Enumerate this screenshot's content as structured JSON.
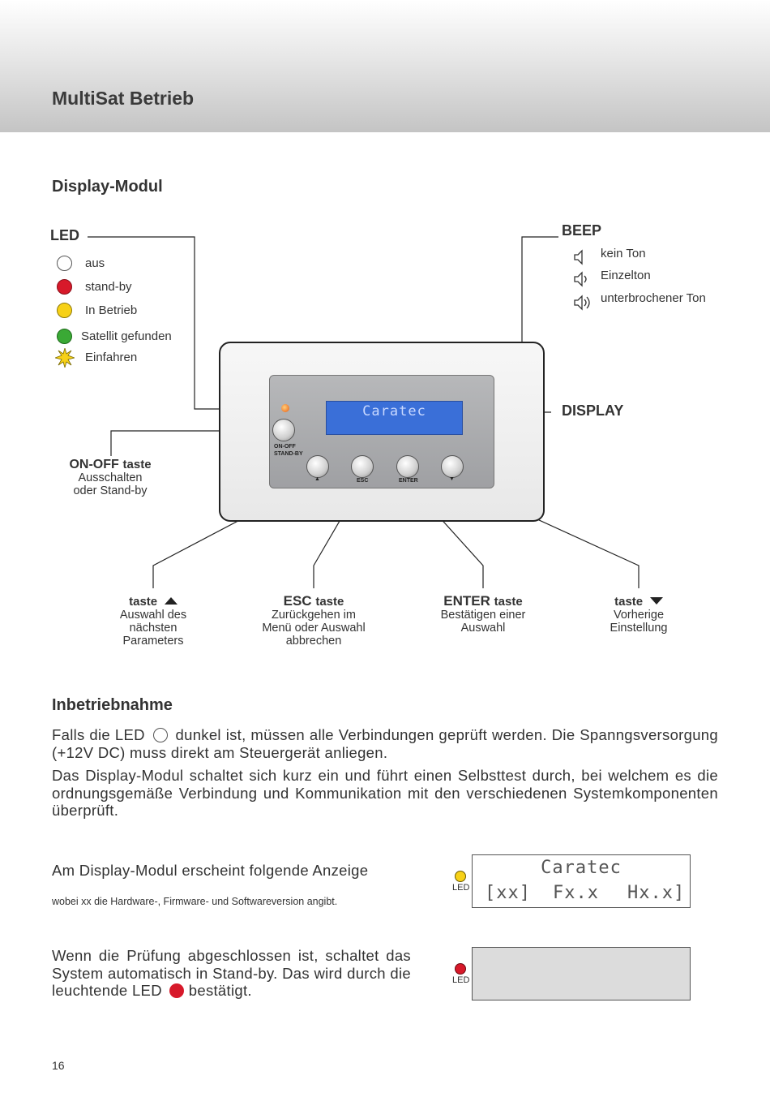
{
  "page": {
    "title": "MultiSat Betrieb",
    "page_number": "16"
  },
  "display_module": {
    "heading": "Display-Modul",
    "led": {
      "heading": "LED",
      "states": [
        {
          "label": "aus",
          "color": "#ffffff"
        },
        {
          "label": "stand-by",
          "color": "#d7192a"
        },
        {
          "label": "In Betrieb",
          "color": "#f7d117"
        },
        {
          "label": "Satellit gefunden",
          "color": "#3aa935"
        },
        {
          "label": "Einfahren",
          "color": "#f7d117"
        }
      ]
    },
    "beep": {
      "heading": "BEEP",
      "states": [
        {
          "label": "kein Ton",
          "icon": "speaker-off-icon"
        },
        {
          "label": "Einzelton",
          "icon": "speaker-single-icon"
        },
        {
          "label": "unterbrochener Ton",
          "icon": "speaker-interrupted-icon"
        }
      ]
    },
    "display_label": "DISPLAY",
    "screen_text": "Caratec",
    "onoff": {
      "title": "ON-OFF",
      "suffix": "taste",
      "desc1": "Ausschalten",
      "desc2": "oder Stand-by",
      "button_label1": "ON-OFF",
      "button_label2": "STAND-BY"
    },
    "buttons": [
      {
        "title": "",
        "suffix": "taste",
        "arrow": "up",
        "desc": [
          "Auswahl des",
          "nächsten",
          "Parameters"
        ],
        "key_label": "▲"
      },
      {
        "title": "ESC",
        "suffix": "taste",
        "arrow": "",
        "desc": [
          "Zurückgehen im",
          "Menü oder Auswahl",
          "abbrechen"
        ],
        "key_label": "ESC"
      },
      {
        "title": "ENTER",
        "suffix": "taste",
        "arrow": "",
        "desc": [
          "Bestätigen einer",
          "Auswahl"
        ],
        "key_label": "ENTER"
      },
      {
        "title": "",
        "suffix": "taste",
        "arrow": "down",
        "desc": [
          "Vorherige",
          "Einstellung"
        ],
        "key_label": "▼"
      }
    ]
  },
  "commissioning": {
    "heading": "Inbetriebnahme",
    "para1_a": "Falls die LED",
    "para1_b": "dunkel ist, müssen alle Verbindungen geprüft werden. Die Spanngsversorgung (+12V DC) muss direkt am Steuergerät anliegen.",
    "para2": "Das Display-Modul schaltet sich kurz ein und führt einen Selbsttest durch, bei welchem es die ordnungsgemäße Verbindung und Kommunikation mit den verschiedenen Systemkomponenten überprüft.",
    "step1_text": "Am Display-Modul erscheint folgende Anzeige",
    "step1_note": "wobei xx die Hardware-, Firmware- und Softwareversion angibt.",
    "step1_led_label": "LED",
    "step1_led_color": "#f7d117",
    "step1_lcd_line1": "Caratec",
    "step1_lcd_line2": [
      "[xx]",
      "Fx.x",
      "Hx.x]"
    ],
    "step2_text": "Wenn die Prüfung abgeschlossen ist, schaltet das System automatisch in Stand-by. Das wird durch die leuchtende LED",
    "step2_tail": "bestätigt.",
    "step2_led_label": "LED",
    "step2_led_color": "#d7192a"
  }
}
